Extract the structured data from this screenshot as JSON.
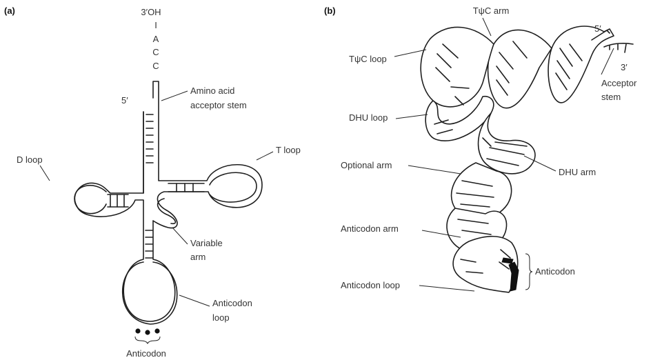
{
  "panel_a": {
    "label": "(a)",
    "labels": {
      "three_oh": "3′OH",
      "seq_1": "I",
      "seq_2": "A",
      "seq_3": "C",
      "seq_4": "C",
      "five_prime": "5′",
      "acceptor_1": "Amino acid",
      "acceptor_2": "acceptor stem",
      "d_loop": "D loop",
      "t_loop": "T loop",
      "variable_1": "Variable",
      "variable_2": "arm",
      "anticodon_loop_1": "Anticodon",
      "anticodon_loop_2": "loop",
      "anticodon": "Anticodon"
    }
  },
  "panel_b": {
    "label": "(b)",
    "labels": {
      "tpc_arm": "TψC arm",
      "five_prime": "5′",
      "tpc_loop": "TψC loop",
      "three_prime": "3′",
      "acceptor_1": "Acceptor",
      "acceptor_2": "stem",
      "dhu_loop": "DHU loop",
      "optional_arm": "Optional arm",
      "dhu_arm": "DHU arm",
      "anticodon_arm": "Anticodon arm",
      "anticodon": "Anticodon",
      "anticodon_loop": "Anticodon loop"
    }
  }
}
